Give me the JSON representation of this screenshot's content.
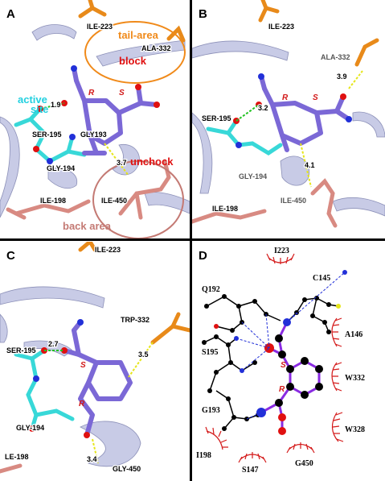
{
  "panels": {
    "a": {
      "label": "A",
      "residues": {
        "ile223": "ILE-223",
        "ala332": "ALA-332",
        "ser195": "SER-195",
        "gly193": "GLY193",
        "gly194": "GLY-194",
        "ile198": "ILE-198",
        "ile450": "ILE-450"
      },
      "annotations": {
        "tail_area": "tail-area",
        "block": "block",
        "active_site_1": "active",
        "active_site_2": "site",
        "unchock": "unchock",
        "back_area": "back area"
      },
      "distances": {
        "d1": "1.9",
        "d2": "3.7"
      },
      "chirality": {
        "r": "R",
        "s": "S"
      }
    },
    "b": {
      "label": "B",
      "residues": {
        "ile223": "ILE-223",
        "ala332": "ALA-332",
        "ser195": "SER-195",
        "gly194": "GLY-194",
        "ile198": "ILE-198",
        "ile450": "ILE-450"
      },
      "distances": {
        "d1": "3.2",
        "d2": "3.9",
        "d3": "4.1"
      },
      "chirality": {
        "r": "R",
        "s": "S"
      }
    },
    "c": {
      "label": "C",
      "residues": {
        "ile223": "ILE-223",
        "trp332": "TRP-332",
        "ser195": "SER-195",
        "gly194": "GLY-194",
        "le198": "LE-198",
        "gly450": "GLY-450"
      },
      "distances": {
        "d1": "2.7",
        "d2": "3.5",
        "d3": "3.4"
      },
      "chirality": {
        "s": "S",
        "r": "R"
      }
    },
    "d": {
      "label": "D",
      "residues": {
        "i223": "I223",
        "c145": "C145",
        "q192": "Q192",
        "a146": "A146",
        "s195": "S195",
        "w332": "W332",
        "g193": "G193",
        "w328": "W328",
        "i198": "I198",
        "s147": "S147",
        "g450": "G450"
      },
      "chirality": {
        "s": "S",
        "r": "R"
      }
    }
  },
  "colors": {
    "ligand": "#7b68d6",
    "ligand_dark": "#5548b0",
    "ser_cyan": "#38d8d8",
    "ile_orange": "#e88a1a",
    "ile_salmon": "#d88a82",
    "ribbon": "#c8cbe6",
    "oxygen": "#e01010",
    "nitrogen": "#2230d8",
    "hbond_green": "#22c322",
    "hbond_yellow": "#e6e61a",
    "annotation_orange": "#f08a1a",
    "annotation_red": "#e01010",
    "annotation_cyan": "#22d0e0",
    "annotation_back": "#c47a74",
    "d_bond": "#8a2be2"
  }
}
